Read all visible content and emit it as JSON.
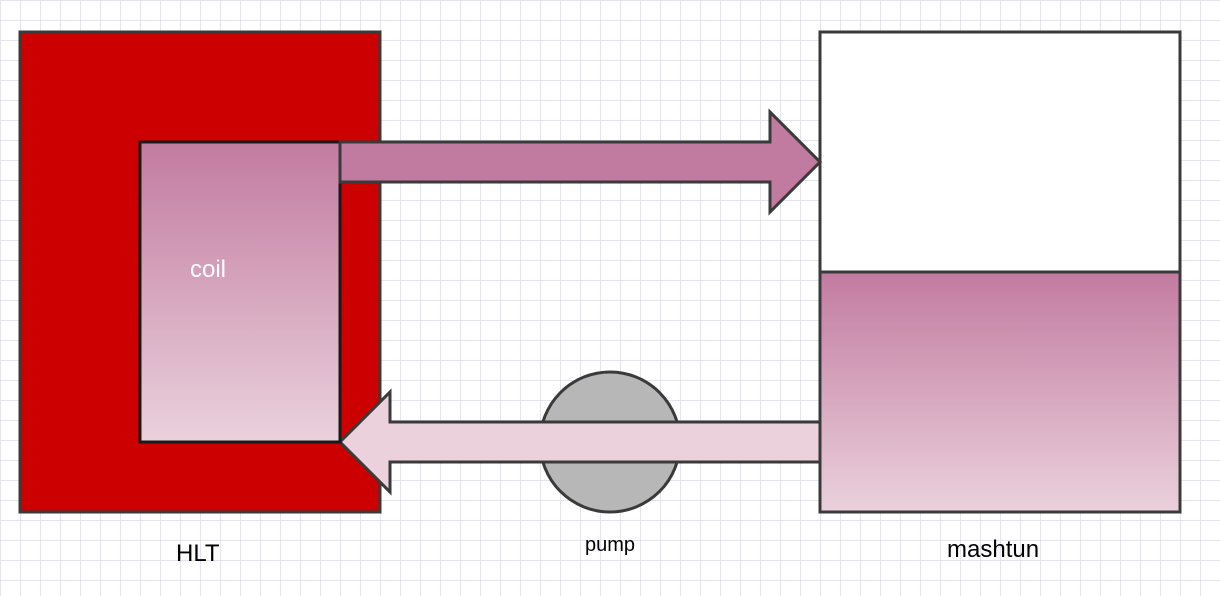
{
  "diagram": {
    "nodes": {
      "hlt": {
        "label": "HLT",
        "color": "#cc0000"
      },
      "coil": {
        "label": "coil",
        "color_top": "#c27ba0",
        "color_bottom": "#ead1dc"
      },
      "mashtun": {
        "label": "mashtun",
        "liquid_color_top": "#c27ba0",
        "liquid_color_bottom": "#ead1dc"
      },
      "pump": {
        "label": "pump",
        "color": "#b7b7b7"
      }
    },
    "edges": [
      {
        "from": "coil",
        "to": "mashtun",
        "color": "#c27ba0"
      },
      {
        "from": "mashtun",
        "to": "coil",
        "via": "pump",
        "color": "#ead1dc"
      }
    ]
  }
}
